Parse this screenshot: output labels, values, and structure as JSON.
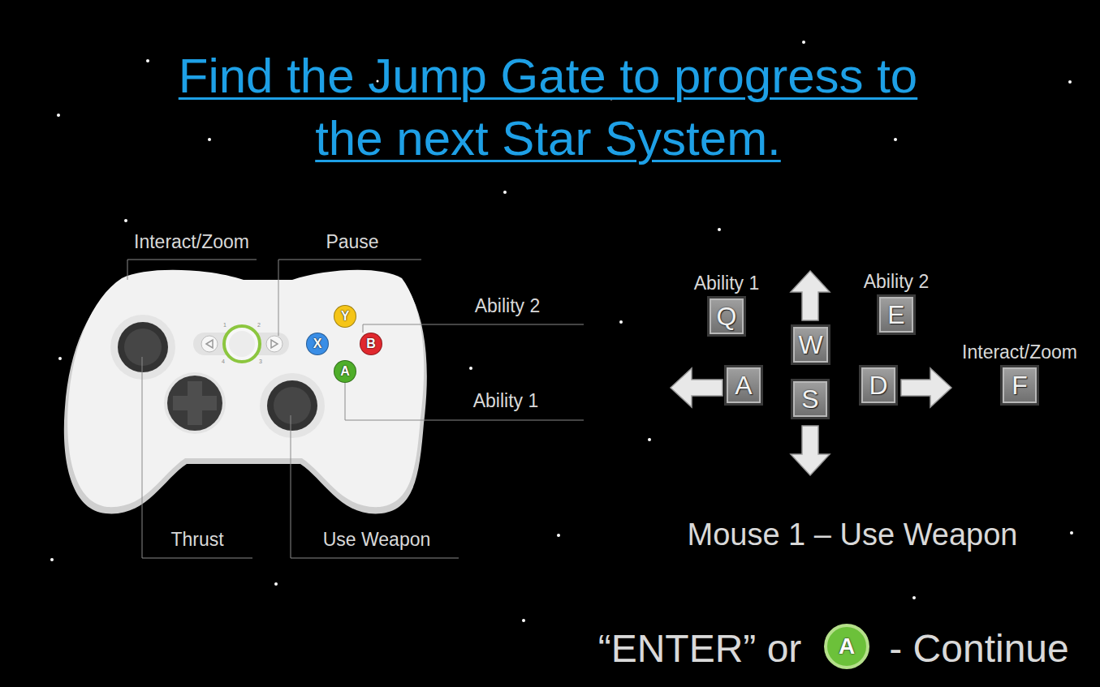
{
  "diagram": {
    "title": "Find the Jump Gate to progress to the next Star System.",
    "nodes": [
      {
        "text": [
          "Y"
        ]
      },
      {
        "text": [
          "X"
        ]
      },
      {
        "text": [
          "B"
        ]
      },
      {
        "text": [
          "A"
        ]
      },
      {
        "text": [
          "Ability 1",
          "Q"
        ]
      },
      {
        "text": [
          "W"
        ]
      },
      {
        "text": [
          "Ability 2",
          "E"
        ]
      },
      {
        "text": [
          "A"
        ]
      },
      {
        "text": [
          "S"
        ]
      },
      {
        "text": [
          "D"
        ]
      },
      {
        "text": [
          "Interact/Zoom",
          "F"
        ]
      },
      {
        "text": [
          "A"
        ]
      }
    ],
    "labels": [
      "Interact/Zoom",
      "Pause",
      "Ability 2",
      "Ability 1",
      "Thrust",
      "Use Weapon",
      "1",
      "2",
      "3",
      "4",
      "Mouse 1 – Use Weapon",
      "“ENTER” or",
      "- Continue"
    ]
  }
}
